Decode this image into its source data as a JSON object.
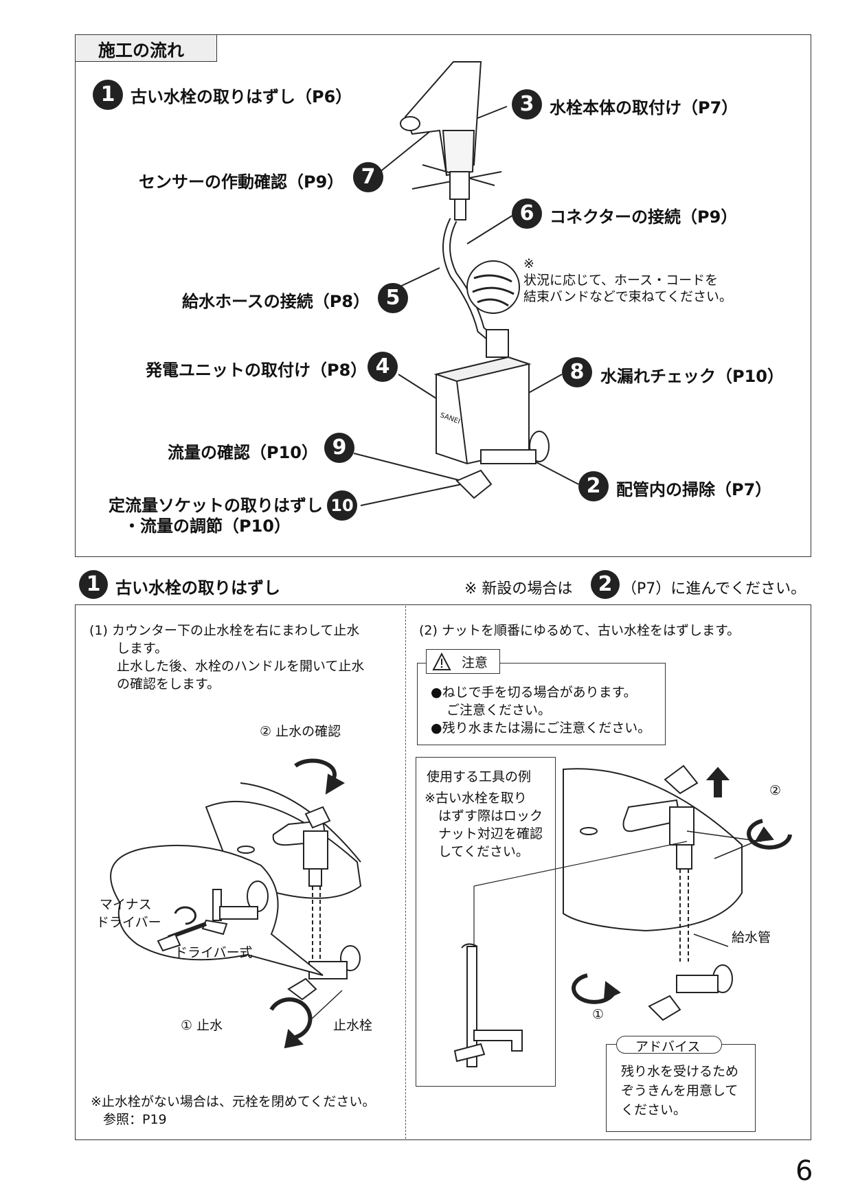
{
  "overview": {
    "title": "施工の流れ",
    "steps": [
      {
        "num": "1",
        "label": "古い水栓の取りはずし（P6）"
      },
      {
        "num": "3",
        "label": "水栓本体の取付け（P7）"
      },
      {
        "num": "7",
        "label": "センサーの作動確認（P9）"
      },
      {
        "num": "6",
        "label": "コネクターの接続（P9）"
      },
      {
        "num": "5",
        "label": "給水ホースの接続（P8）"
      },
      {
        "num": "4",
        "label": "発電ユニットの取付け（P8）"
      },
      {
        "num": "8",
        "label": "水漏れチェック（P10）"
      },
      {
        "num": "9",
        "label": "流量の確認（P10）"
      },
      {
        "num": "2",
        "label": "配管内の掃除（P7）"
      },
      {
        "num": "10",
        "label_line1": "定流量ソケットの取りはずし",
        "label_line2": "・流量の調節（P10）"
      }
    ],
    "note_mark": "※",
    "note_line1": "状況に応じて、ホース・コードを",
    "note_line2": "結束バンドなどで束ねてください。",
    "brand": "SANEI"
  },
  "section1": {
    "num": "1",
    "title": "古い水栓の取りはずし",
    "new_note_prefix": "※ 新設の場合は",
    "new_note_num": "2",
    "new_note_suffix": "（P7）に進んでください。",
    "left": {
      "line1": "(1) カウンター下の止水栓を右にまわして止水",
      "line2": "します。",
      "line3": "止水した後、水栓のハンドルを開いて止水",
      "line4": "の確認をします。",
      "confirm_label": "② 止水の確認",
      "minus_line1": "マイナス",
      "minus_line2": "ドライバー",
      "driver_type": "ドライバー式",
      "stop_label": "① 止水",
      "valve_label": "止水栓",
      "footnote_line1": "※止水栓がない場合は、元栓を閉めてください。",
      "footnote_line2": "参照：P19"
    },
    "right": {
      "line1": "(2) ナットを順番にゆるめて、古い水栓をはずします。",
      "caution_title": "注意",
      "caution1a": "●ねじで手を切る場合があります。",
      "caution1b": "ご注意ください。",
      "caution2": "●残り水または湯にご注意ください。",
      "tool_title": "使用する工具の例",
      "tool_note1": "※古い水栓を取り",
      "tool_note2": "はずす際はロック",
      "tool_note3": "ナット対辺を確認",
      "tool_note4": "してください。",
      "mark2": "②",
      "mark1": "①",
      "pipe_label": "給水管",
      "advice_title": "アドバイス",
      "advice1": "残り水を受けるため",
      "advice2": "ぞうきんを用意して",
      "advice3": "ください。"
    }
  },
  "page_number": "6"
}
